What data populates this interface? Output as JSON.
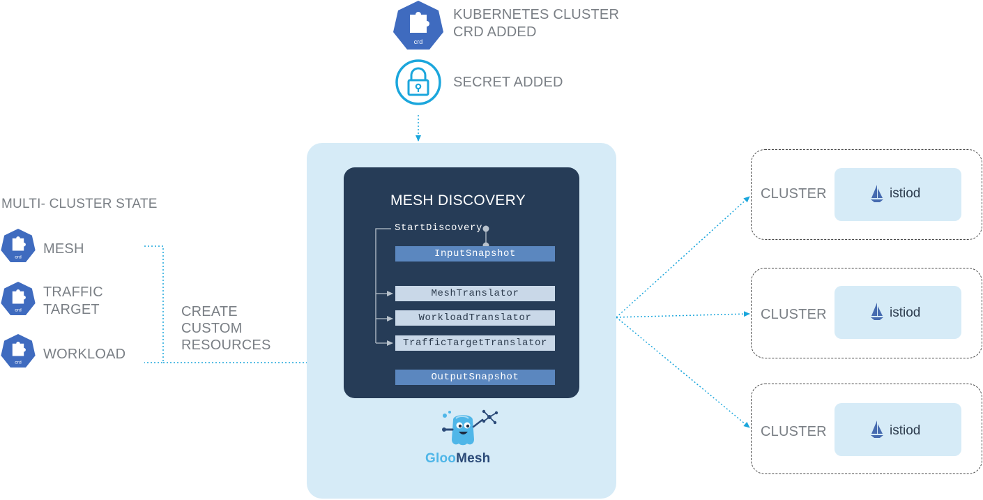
{
  "top": {
    "crd_badge": "crd",
    "crd_label_1": "KUBERNETES CLUSTER",
    "crd_label_2": "CRD ADDED",
    "secret_label": "SECRET ADDED"
  },
  "left": {
    "title": "MULTI- CLUSTER STATE",
    "items": [
      {
        "badge": "crd",
        "label_1": "MESH",
        "label_2": ""
      },
      {
        "badge": "crd",
        "label_1": "TRAFFIC",
        "label_2": "TARGET"
      },
      {
        "badge": "crd",
        "label_1": "WORKLOAD",
        "label_2": ""
      }
    ],
    "create_lines": [
      "CREATE",
      "CUSTOM",
      "RESOURCES"
    ]
  },
  "discovery": {
    "title": "MESH DISCOVERY",
    "start": "StartDiscovery",
    "input": "InputSnapshot",
    "translators": [
      "MeshTranslator",
      "WorkloadTranslator",
      "TrafficTargetTranslator"
    ],
    "output": "OutputSnapshot"
  },
  "logo": {
    "text_gloo": "Gloo",
    "text_mesh": "Mesh"
  },
  "clusters": [
    {
      "label": "CLUSTER",
      "istiod": "istiod"
    },
    {
      "label": "CLUSTER",
      "istiod": "istiod"
    },
    {
      "label": "CLUSTER",
      "istiod": "istiod"
    }
  ],
  "colors": {
    "crd_blue": "#3f6bbf",
    "accent_cyan": "#1ba6dc",
    "panel_bg": "#d6ebf7",
    "discovery_bg": "#263c57",
    "step_dark": "#5b87bf",
    "step_light": "#c9d8e8",
    "label_gray": "#7a7f85",
    "istio_blue": "#466bb0"
  }
}
